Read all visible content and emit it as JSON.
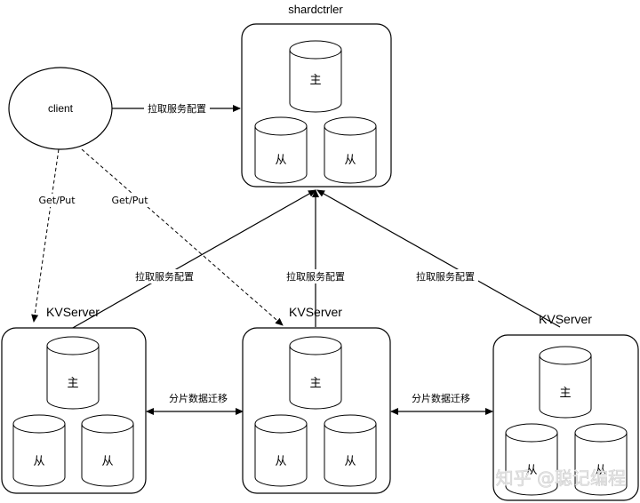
{
  "title": "shardctrler",
  "client": {
    "label": "client"
  },
  "cylinder_labels": {
    "primary": "主",
    "replica": "从"
  },
  "servers": [
    {
      "id": "kv1",
      "label": "KVServer"
    },
    {
      "id": "kv2",
      "label": "KVServer"
    },
    {
      "id": "kv3",
      "label": "KVServer"
    }
  ],
  "edges": {
    "client_to_ctrl": "拉取服务配置",
    "get_put_1": "Get/Put",
    "get_put_2": "Get/Put",
    "kv1_to_ctrl": "拉取服务配置",
    "kv2_to_ctrl": "拉取服务配置",
    "kv3_to_ctrl": "拉取服务配置",
    "migrate_1_2": "分片数据迁移",
    "migrate_2_3": "分片数据迁移"
  },
  "watermark": "知乎 @聪记编程"
}
